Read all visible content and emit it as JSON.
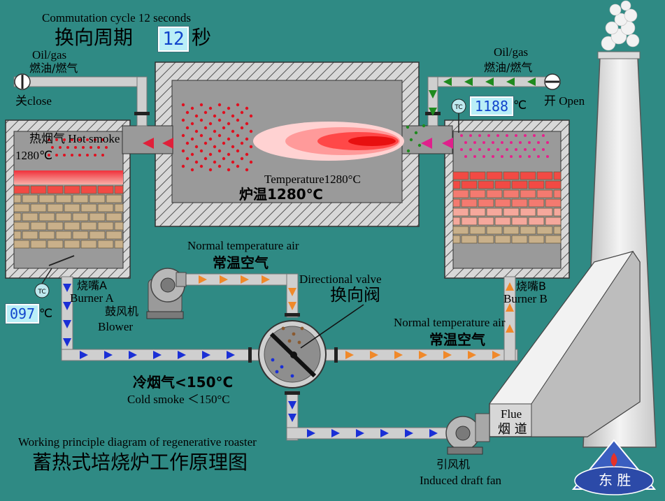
{
  "header": {
    "cycle_en": "Commutation cycle 12 seconds",
    "cycle_cn_prefix": "换向周期",
    "cycle_value": "12",
    "cycle_cn_suffix": "秒"
  },
  "left_fuel": {
    "en": "Oil/gas",
    "cn": "燃油/燃气",
    "valve_label": "关close"
  },
  "right_fuel": {
    "en": "Oil/gas",
    "cn": "燃油/燃气",
    "valve_label": "开 Open"
  },
  "left_chamber": {
    "smoke_label": "热烟气 Hot smoke",
    "temp_label": "1280℃"
  },
  "furnace": {
    "temp_en": "Temperature1280°C",
    "temp_cn": "炉温1280℃"
  },
  "right_tc": {
    "tc_symbol": "TC",
    "value": "1188",
    "unit": "℃"
  },
  "left_tc": {
    "tc_symbol": "TC",
    "value": "097",
    "unit": "℃"
  },
  "burner_a": {
    "cn": "烧嘴A",
    "en": "Burner A"
  },
  "burner_b": {
    "cn": "烧嘴B",
    "en": "Burner B"
  },
  "blower": {
    "cn": "鼓风机",
    "en": "Blower"
  },
  "air_top": {
    "en": "Normal temperature air",
    "cn": "常温空气"
  },
  "air_right": {
    "en": "Normal temperature air",
    "cn": "常温空气"
  },
  "valve": {
    "en": "Directional valve",
    "cn": "换向阀"
  },
  "cold_smoke": {
    "cn": "冷烟气<150°C",
    "en": "Cold smoke ＜150°C"
  },
  "title": {
    "en": "Working principle diagram of regenerative roaster",
    "cn": "蓄热式培烧炉工作原理图"
  },
  "flue": {
    "en": "Flue",
    "cn": "烟 道"
  },
  "fan": {
    "cn": "引风机",
    "en": "Induced draft fan"
  },
  "logo": {
    "text": "东 胜"
  },
  "colors": {
    "background": "#2f8a84",
    "pipe": "#c8c8c8",
    "hot_arrow": "#e0203a",
    "green_arrow": "#1f8a1f",
    "orange_arrow": "#f0892a",
    "blue_arrow": "#1a2fd6",
    "pink_arrow": "#e0208c",
    "brick_hot": "#f4504a",
    "brick_cool": "#c9b08a",
    "readout_bg": "#b9eef7"
  }
}
